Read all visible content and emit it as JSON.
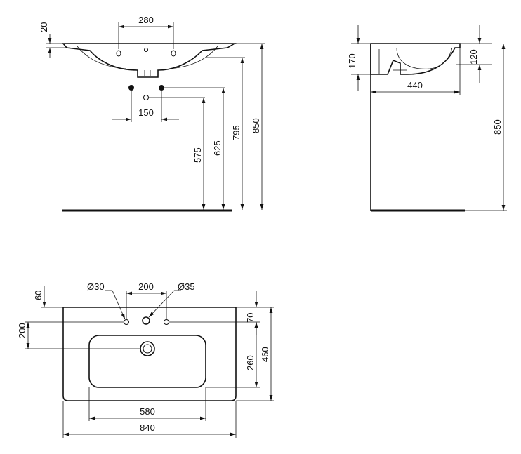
{
  "dimensions": {
    "front": {
      "tap_spacing": "280",
      "rim": "20",
      "pipe_spacing": "150",
      "pipe_low": "575",
      "pipe_high": "625",
      "waste": "795",
      "height": "850"
    },
    "side": {
      "depth_outer": "170",
      "depth_inner": "120",
      "projection": "440",
      "height": "850"
    },
    "plan": {
      "edge_to_holes": "60",
      "edge_to_drain": "200",
      "hole_left": "Ø30",
      "hole_spacing": "200",
      "hole_right": "Ø35",
      "back_to_holes": "70",
      "bowl_depth": "260",
      "overall_depth": "460",
      "bowl_width": "580",
      "overall_width": "840"
    }
  },
  "colors": {
    "line": "#111111",
    "background": "#ffffff"
  }
}
